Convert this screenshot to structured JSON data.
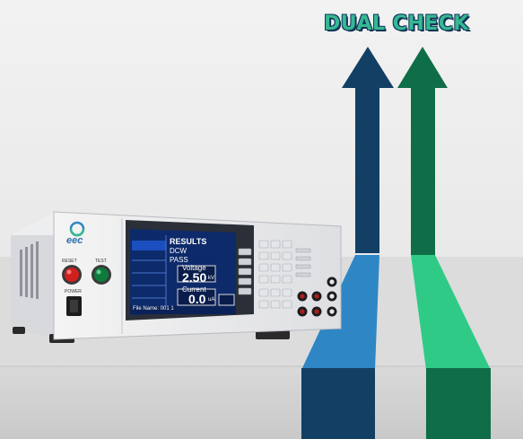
{
  "headline": "DUAL CHECK",
  "brand": "eec",
  "front_labels": {
    "reset": "RESET",
    "test": "TEST",
    "power": "POWER"
  },
  "screen": {
    "title": "RESULTS",
    "mode": "DCW",
    "judgement": "PASS",
    "voltage_label": "Voltage",
    "voltage_value": "2.50",
    "voltage_unit": "kV",
    "current_label": "Current",
    "current_value": "0.0",
    "current_unit": "uA",
    "file_name": "File Name: 001 1"
  },
  "colors": {
    "headline_fill": "#36b893",
    "headline_outline": "#123a5e",
    "arrow_dark_blue": "#123f63",
    "arrow_blue": "#2f86c4",
    "arrow_dark_green": "#0f6d48",
    "arrow_green": "#2fcb86",
    "screen_bg": "#0d2a6b"
  }
}
